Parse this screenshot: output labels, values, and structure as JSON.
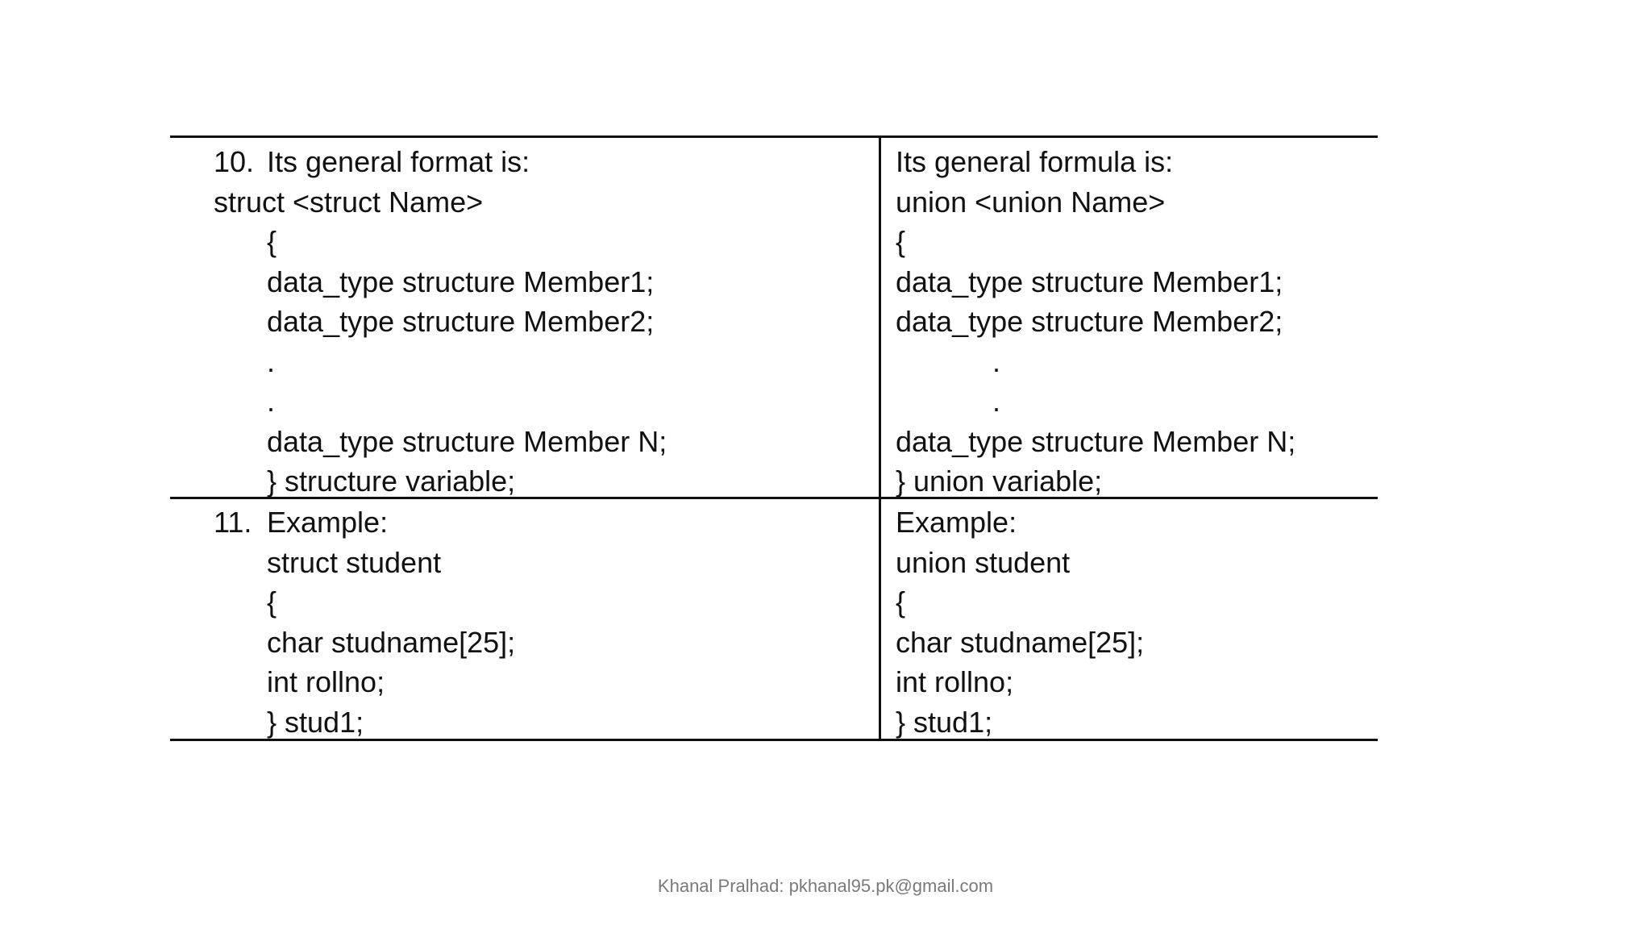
{
  "row1": {
    "left": {
      "number": "10.",
      "lines": [
        "Its general format is:",
        "struct <struct Name>",
        "{",
        "data_type structure Member1;",
        "data_type structure Member2;",
        ".",
        ".",
        "data_type structure Member N;",
        "} structure variable;"
      ]
    },
    "right": {
      "lines": [
        "Its general formula is:",
        "union <union Name>",
        "{",
        "data_type structure Member1;",
        "data_type structure Member2;",
        ".",
        ".",
        "data_type structure Member N;",
        "} union variable;"
      ]
    }
  },
  "row2": {
    "left": {
      "number": "11.",
      "lines": [
        "Example:",
        "struct student",
        "{",
        "char studname[25];",
        "int rollno;",
        "} stud1;"
      ]
    },
    "right": {
      "lines": [
        "Example:",
        "union student",
        "{",
        "char studname[25];",
        "int rollno;",
        "} stud1;"
      ]
    }
  },
  "footer": "Khanal Pralhad: pkhanal95.pk@gmail.com"
}
